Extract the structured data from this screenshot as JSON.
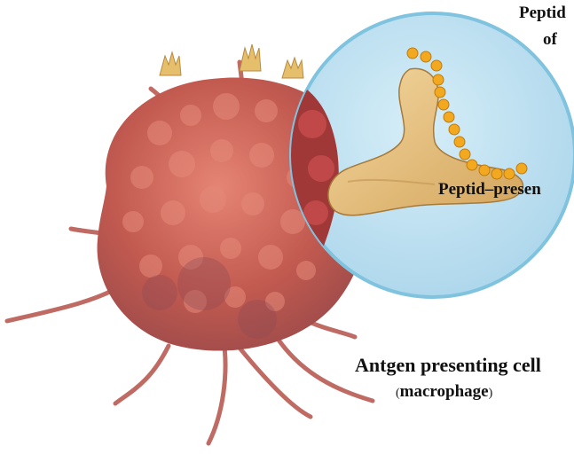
{
  "labels": {
    "peptide_top": "Peptid",
    "peptide_of": "of",
    "peptid_presen": "Peptid–presen",
    "apc_line1": "Antgen presenting cell",
    "apc_open": "(",
    "apc_word": "macrophage",
    "apc_close": ")"
  },
  "colors": {
    "cell_body": "#c0504a",
    "cell_highlight": "#e07a6e",
    "inset_fill": "#bfe0f0",
    "inset_rim": "#7fc3df",
    "protein": "#e8c483",
    "beads": "#f2a81f"
  }
}
